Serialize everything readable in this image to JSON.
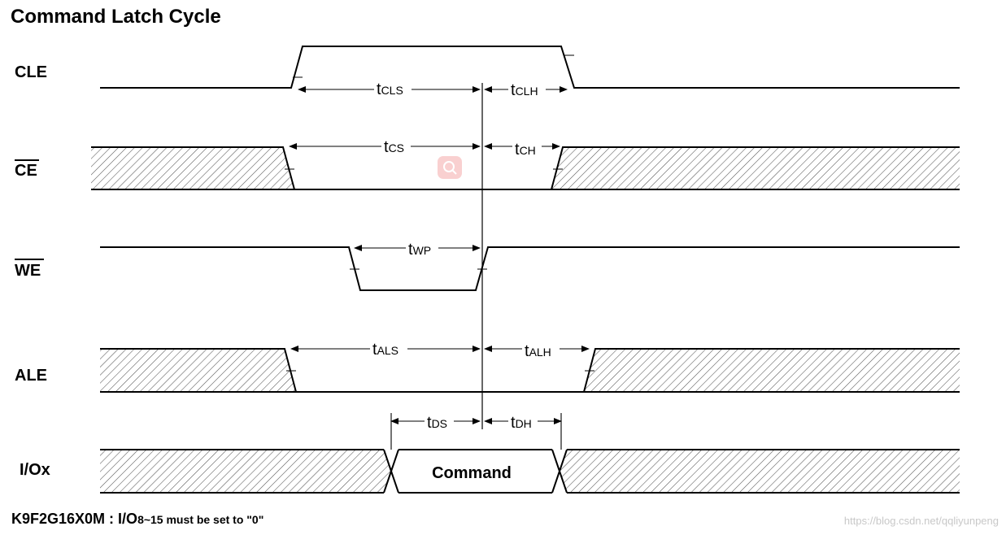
{
  "title": "Command Latch Cycle",
  "signals": {
    "cle": {
      "name": "CLE"
    },
    "ce": {
      "name": "CE"
    },
    "we": {
      "name": "WE"
    },
    "ale": {
      "name": "ALE"
    },
    "io": {
      "name": "I/Ox"
    }
  },
  "timings": {
    "tcls": {
      "main": "t",
      "sub": "CLS"
    },
    "tclh": {
      "main": "t",
      "sub": "CLH"
    },
    "tcs": {
      "main": "t",
      "sub": "CS"
    },
    "tch": {
      "main": "t",
      "sub": "CH"
    },
    "twp": {
      "main": "t",
      "sub": "WP"
    },
    "tals": {
      "main": "t",
      "sub": "ALS"
    },
    "talh": {
      "main": "t",
      "sub": "ALH"
    },
    "tds": {
      "main": "t",
      "sub": "DS"
    },
    "tdh": {
      "main": "t",
      "sub": "DH"
    }
  },
  "io_value": "Command",
  "footnote": {
    "part_a": "K9F2G16X0M : I/O",
    "part_b": "8~15 must be set to \"0\""
  },
  "watermark": "https://blog.csdn.net/qqliyunpeng",
  "icons": {
    "search_badge": "search-icon"
  },
  "colors": {
    "line": "#000000",
    "hatch": "#555555",
    "badge": "#f4a9a9"
  }
}
